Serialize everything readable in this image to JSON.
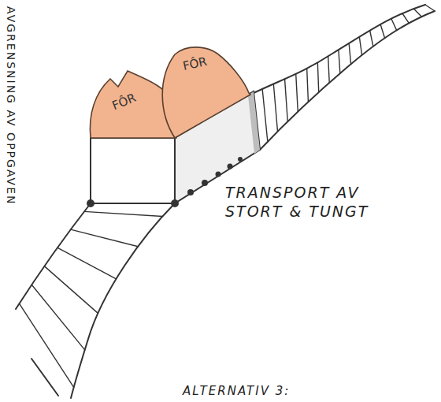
{
  "diagram": {
    "nodes": [
      {
        "text": [
          "FÔR"
        ]
      },
      {
        "text": [
          "FÔR"
        ]
      }
    ],
    "labels": [
      "AVGRENSNING AV OPPGAVEN",
      "TRANSPORT AV STORT & TUNGT",
      "ALTERNATIV 3:"
    ]
  }
}
